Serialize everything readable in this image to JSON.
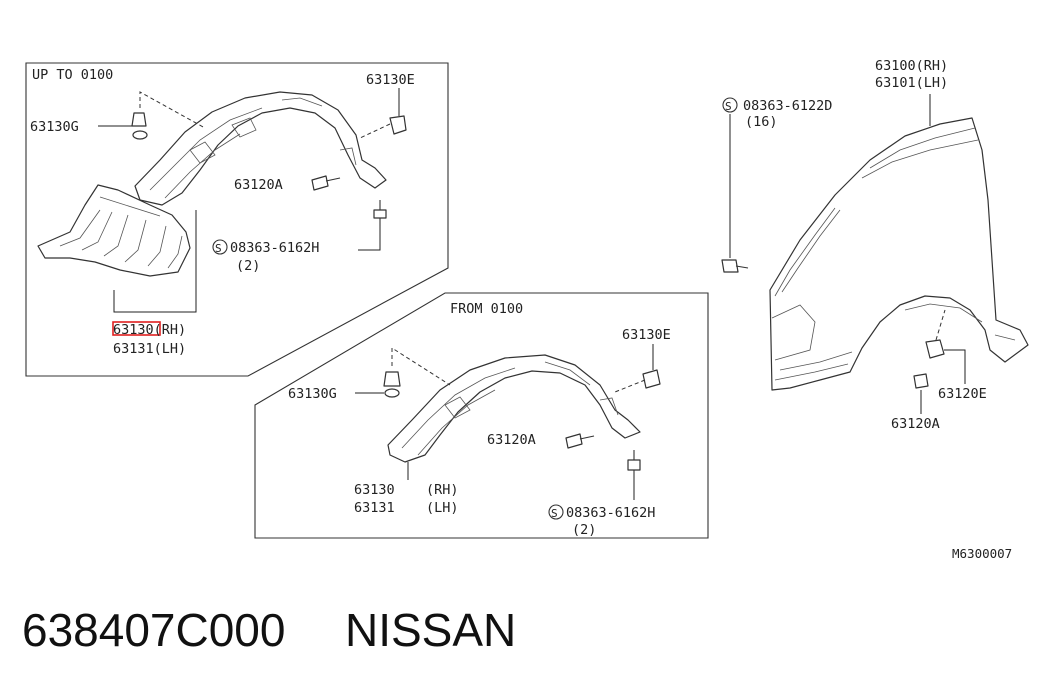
{
  "panel_top_left": {
    "title": "UP TO 0100",
    "parts": {
      "p63130E": "63130E",
      "p63130G": "63130G",
      "p63120A": "63120A",
      "screw": "08363-6162H",
      "screw_qty": "(2)",
      "inner_rh": "63130(RH)",
      "inner_lh": "63131(LH)"
    }
  },
  "panel_bottom": {
    "title": "FROM 0100",
    "parts": {
      "p63130E": "63130E",
      "p63130G": "63130G",
      "p63120A": "63120A",
      "inner_num_rh": "63130",
      "inner_num_lh": "63131",
      "rh": "(RH)",
      "lh": "(LH)",
      "screw": "08363-6162H",
      "screw_qty": "(2)"
    }
  },
  "fender": {
    "rh": "63100(RH)",
    "lh": "63101(LH)",
    "bolt": "08363-6122D",
    "bolt_qty": "(16)",
    "p63120E": "63120E",
    "p63120A": "63120A"
  },
  "diagram_code": "M6300007",
  "caption": {
    "part_number": "638407C000",
    "brand": "NISSAN"
  },
  "highlight_color": "#e02020"
}
